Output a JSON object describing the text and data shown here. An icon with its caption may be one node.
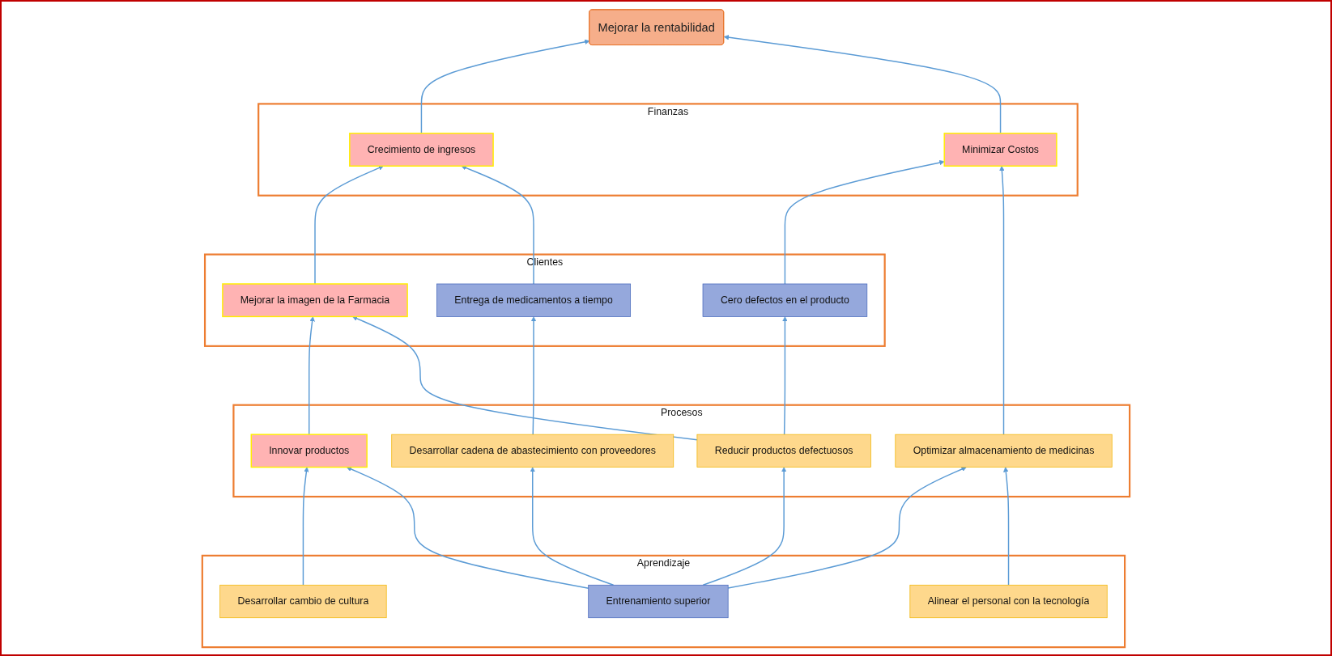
{
  "diagram": {
    "nodes": [
      {
        "text": [
          "Mejorar la rentabilidad"
        ]
      },
      {
        "text": [
          "Finanzas"
        ]
      },
      {
        "text": [
          "Crecimiento de ingresos"
        ],
        "in": 1
      },
      {
        "text": [
          "Minimizar Costos"
        ],
        "in": 1
      },
      {
        "text": [
          "Clientes"
        ]
      },
      {
        "text": [
          "Mejorar la imagen de la Farmacia"
        ],
        "in": 4
      },
      {
        "text": [
          "Entrega de medicamentos a tiempo"
        ],
        "in": 4
      },
      {
        "text": [
          "Cero defectos en el producto"
        ],
        "in": 4
      },
      {
        "text": [
          "Procesos"
        ]
      },
      {
        "text": [
          "Innovar productos"
        ],
        "in": 8
      },
      {
        "text": [
          "Desarrollar cadena de abastecimiento con proveedores"
        ],
        "in": 8
      },
      {
        "text": [
          "Reducir productos defectuosos"
        ],
        "in": 8
      },
      {
        "text": [
          "Optimizar almacenamiento de medicinas"
        ],
        "in": 8
      },
      {
        "text": [
          "Aprendizaje"
        ]
      },
      {
        "text": [
          "Desarrollar cambio de cultura"
        ],
        "in": 13
      },
      {
        "text": [
          "Entrenamiento superior"
        ],
        "in": 13
      },
      {
        "text": [
          "Alinear el personal con la tecnología"
        ],
        "in": 13
      }
    ],
    "edges": [
      {
        "from": 2,
        "to": 0,
        "arrow": "to"
      },
      {
        "from": 3,
        "to": 0,
        "arrow": "to"
      },
      {
        "from": 5,
        "to": 2,
        "arrow": "to"
      },
      {
        "from": 6,
        "to": 2,
        "arrow": "to"
      },
      {
        "from": 7,
        "to": 3,
        "arrow": "to"
      },
      {
        "from": 12,
        "to": 3,
        "arrow": "to"
      },
      {
        "from": 9,
        "to": 5,
        "arrow": "to"
      },
      {
        "from": 11,
        "to": 5,
        "arrow": "to"
      },
      {
        "from": 10,
        "to": 6,
        "arrow": "to"
      },
      {
        "from": 11,
        "to": 7,
        "arrow": "to"
      },
      {
        "from": 14,
        "to": 9,
        "arrow": "to"
      },
      {
        "from": 15,
        "to": 9,
        "arrow": "to"
      },
      {
        "from": 15,
        "to": 10,
        "arrow": "to"
      },
      {
        "from": 15,
        "to": 11,
        "arrow": "to"
      },
      {
        "from": 15,
        "to": 12,
        "arrow": "to"
      },
      {
        "from": 16,
        "to": 12,
        "arrow": "to"
      }
    ]
  }
}
